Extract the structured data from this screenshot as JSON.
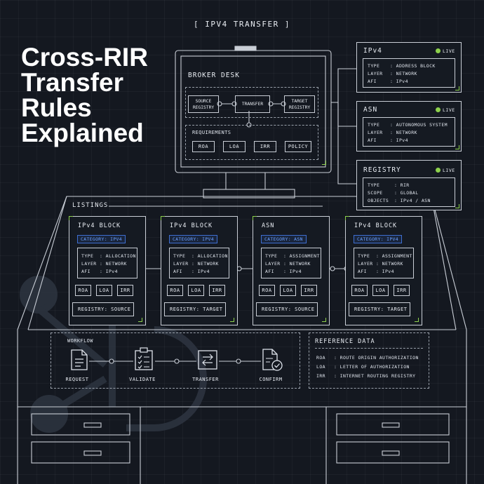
{
  "header": {
    "tag": "[ IPV4 TRANSFER ]"
  },
  "hero": {
    "lines": [
      "Cross-RIR",
      "Transfer",
      "Rules",
      "Explained"
    ]
  },
  "broker": {
    "title": "BROKER DESK",
    "flow": [
      {
        "l1": "SOURCE",
        "l2": "REGISTRY"
      },
      {
        "l1": "TRANSFER",
        "l2": ""
      },
      {
        "l1": "TARGET",
        "l2": "REGISTRY"
      }
    ],
    "requirements_title": "REQUIREMENTS",
    "requirements": [
      "ROA",
      "LOA",
      "IRR",
      "POLICY"
    ]
  },
  "side_panels": [
    {
      "title": "IPv4",
      "live": "LIVE",
      "rows": [
        {
          "key": "TYPE",
          "value": ": ADDRESS BLOCK"
        },
        {
          "key": "LAYER",
          "value": ": NETWORK"
        },
        {
          "key": "AFI",
          "value": ": IPv4"
        }
      ]
    },
    {
      "title": "ASN",
      "live": "LIVE",
      "rows": [
        {
          "key": "TYPE",
          "value": ": AUTONOMOUS SYSTEM"
        },
        {
          "key": "LAYER",
          "value": ": NETWORK"
        },
        {
          "key": "AFI",
          "value": ": IPv4"
        }
      ]
    },
    {
      "title": "REGISTRY",
      "live": "LIVE",
      "rows": [
        {
          "key": "TYPE",
          "value": ": RIR"
        },
        {
          "key": "SCOPE",
          "value": ": GLOBAL"
        },
        {
          "key": "OBJECTS",
          "value": ": IPv4 / ASN"
        }
      ]
    }
  ],
  "listings": {
    "title": "LISTINGS",
    "cards": [
      {
        "title": "IPv4 BLOCK",
        "category": "CATEGORY: IPV4",
        "rows": [
          {
            "key": "TYPE",
            "value": ": ALLOCATION"
          },
          {
            "key": "LAYER",
            "value": ": NETWORK"
          },
          {
            "key": "AFI",
            "value": ": IPv4"
          }
        ],
        "chips": [
          "ROA",
          "LOA",
          "IRR"
        ],
        "registry": "REGISTRY: SOURCE"
      },
      {
        "title": "IPv4 BLOCK",
        "category": "CATEGORY: IPV4",
        "rows": [
          {
            "key": "TYPE",
            "value": ": ALLOCATION"
          },
          {
            "key": "LAYER",
            "value": ": NETWORK"
          },
          {
            "key": "AFI",
            "value": ": IPv4"
          }
        ],
        "chips": [
          "ROA",
          "LOA",
          "IRR"
        ],
        "registry": "REGISTRY: TARGET"
      },
      {
        "title": "ASN",
        "category": "CATEGORY: ASN",
        "rows": [
          {
            "key": "TYPE",
            "value": ": ASSIGNMENT"
          },
          {
            "key": "LAYER",
            "value": ": NETWORK"
          },
          {
            "key": "AFI",
            "value": ": IPv4"
          }
        ],
        "chips": [
          "ROA",
          "LOA",
          "IRR"
        ],
        "registry": "REGISTRY: SOURCE"
      },
      {
        "title": "IPv4 BLOCK",
        "category": "CATEGORY: IPV4",
        "rows": [
          {
            "key": "TYPE",
            "value": ": ASSIGNMENT"
          },
          {
            "key": "LAYER",
            "value": ": NETWORK"
          },
          {
            "key": "AFI",
            "value": ": IPv4"
          }
        ],
        "chips": [
          "ROA",
          "LOA",
          "IRR"
        ],
        "registry": "REGISTRY: TARGET"
      }
    ]
  },
  "workflow": {
    "title": "WORKFLOW",
    "steps": [
      {
        "label": "REQUEST",
        "icon": "document-icon"
      },
      {
        "label": "VALIDATE",
        "icon": "checklist-icon"
      },
      {
        "label": "TRANSFER",
        "icon": "swap-arrows-icon"
      },
      {
        "label": "CONFIRM",
        "icon": "document-check-icon"
      }
    ]
  },
  "reference": {
    "title": "REFERENCE DATA",
    "rows": [
      {
        "key": "ROA",
        "value": ": ROUTE ORIGIN AUTHORIZATION"
      },
      {
        "key": "LOA",
        "value": ": LETTER OF AUTHORIZATION"
      },
      {
        "key": "IRR",
        "value": ": INTERNET ROUTING REGISTRY"
      }
    ]
  },
  "colors": {
    "background": "#141820",
    "line": "#c9ced6",
    "accent_live": "#8dd14c",
    "category": "#6aa0ff"
  }
}
